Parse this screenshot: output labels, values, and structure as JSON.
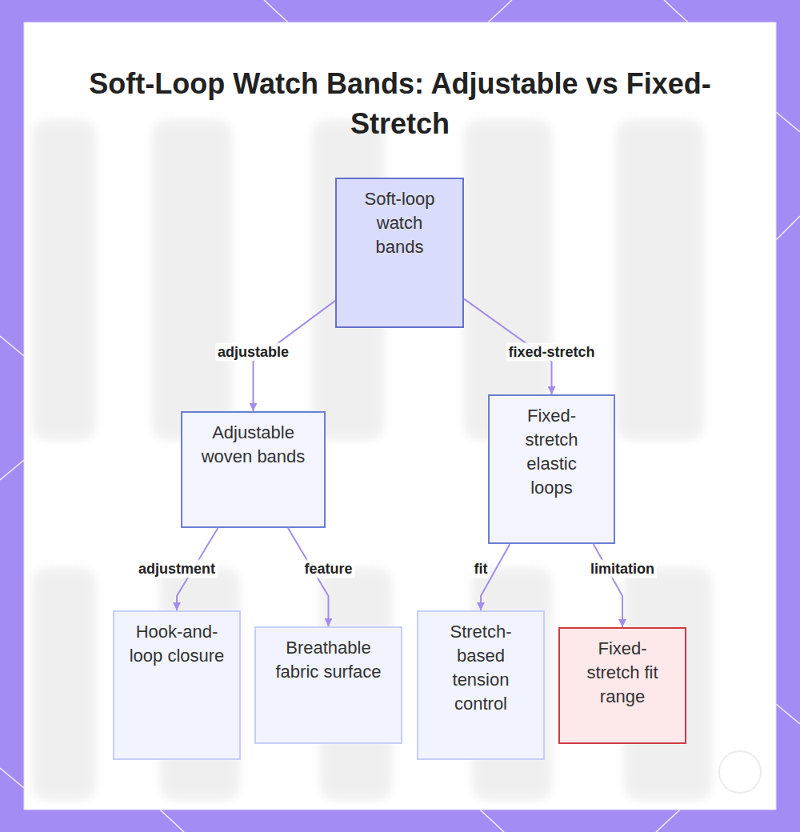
{
  "diagram": {
    "title": "Soft-Loop Watch Bands: Adjustable vs Fixed-Stretch",
    "nodes": [
      {
        "text": [
          "Soft-loop watch bands"
        ]
      },
      {
        "text": [
          "Adjustable woven bands"
        ]
      },
      {
        "text": [
          "Fixed-stretch elastic loops"
        ]
      },
      {
        "text": [
          "Hook-and-loop closure"
        ]
      },
      {
        "text": [
          "Breathable fabric surface"
        ]
      },
      {
        "text": [
          "Stretch-based tension control"
        ]
      },
      {
        "text": [
          "Fixed-stretch fit range"
        ]
      }
    ],
    "edges": [
      {
        "from": 0,
        "to": 1,
        "label": "adjustable",
        "arrow": "to"
      },
      {
        "from": 0,
        "to": 2,
        "label": "fixed-stretch",
        "arrow": "to"
      },
      {
        "from": 1,
        "to": 3,
        "label": "adjustment",
        "arrow": "to"
      },
      {
        "from": 1,
        "to": 4,
        "label": "feature",
        "arrow": "to"
      },
      {
        "from": 2,
        "to": 5,
        "label": "fit",
        "arrow": "to"
      },
      {
        "from": 2,
        "to": 6,
        "label": "limitation",
        "arrow": "to"
      }
    ]
  }
}
